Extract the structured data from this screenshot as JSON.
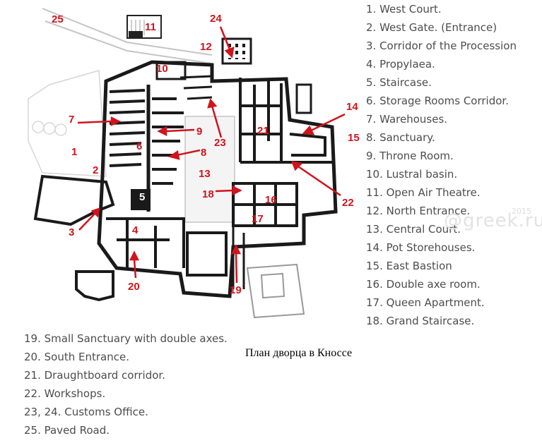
{
  "legend_right": [
    "1. West Court.",
    "2. West Gate. (Entrance)",
    "3. Corridor of the Procession",
    "4. Propylaea.",
    "5. Staircase.",
    "6. Storage Rooms Corridor.",
    "7. Warehouses.",
    "8. Sanctuary.",
    "9. Throne Room.",
    "10. Lustral basin.",
    "11. Open Air Theatre.",
    "12. North Entrance.",
    "13. Central Court.",
    "14. Pot Storehouses.",
    "15. East Bastion",
    "16. Double axe room.",
    "17. Queen Apartment.",
    "18. Grand Staircase."
  ],
  "legend_bottom": [
    "19. Small Sanctuary with double axes.",
    "20. South Entrance.",
    "21. Draughtboard corridor.",
    "22. Workshops.",
    "23, 24. Customs Office.",
    "25. Paved Road."
  ],
  "caption": "План дворца в Кноссе",
  "watermark": "@greek.ru",
  "watermark_year": "2015",
  "plan_labels": [
    "25",
    "11",
    "24",
    "12",
    "10",
    "7",
    "9",
    "23",
    "21",
    "14",
    "15",
    "1",
    "6",
    "8",
    "2",
    "13",
    "5",
    "18",
    "16",
    "22",
    "17",
    "3",
    "4",
    "20",
    "19"
  ],
  "colors": {
    "walls": "#1a1a1a",
    "labels": "#d0141b",
    "arrows": "#d0141b",
    "legend_text": "#4d4d4d"
  }
}
